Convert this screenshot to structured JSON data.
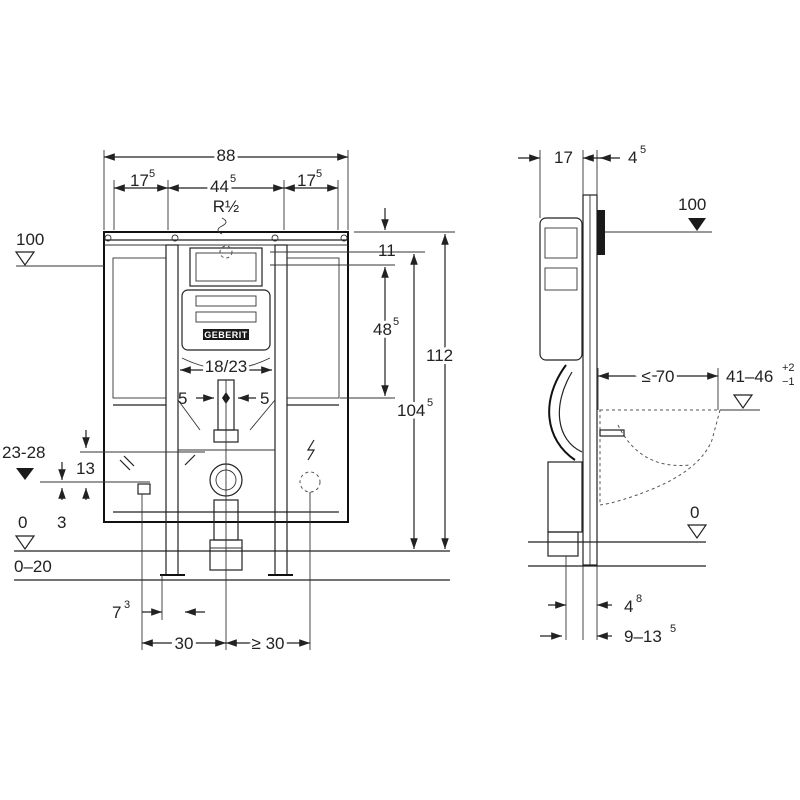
{
  "front_view": {
    "width_total": "88",
    "side_left": "17",
    "side_left_sup": "5",
    "center": "44",
    "center_sup": "5",
    "side_right": "17",
    "side_right_sup": "5",
    "thread": "R½",
    "level_100": "100",
    "dim_11": "11",
    "dim_48": "48",
    "dim_48_sup": "5",
    "dim_112": "112",
    "dim_104": "104",
    "dim_104_sup": "5",
    "dim_18_23": "18/23",
    "dim_5_left": "5",
    "dim_5_right": "5",
    "level_23_28": "23-28",
    "dim_13": "13",
    "dim_3": "3",
    "level_0": "0",
    "level_0_20": "0–20",
    "dim_7": "7",
    "dim_7_sup": "3",
    "dim_30": "30",
    "dim_ge30": "≥ 30",
    "brand": "GEBERIT"
  },
  "side_view": {
    "dim_17": "17",
    "dim_4": "4",
    "dim_4_sup": "5",
    "level_100": "100",
    "dim_le70": "≤ 70",
    "dim_41_46": "41–46",
    "dim_41_46_sup": "+2",
    "dim_41_46_sub": "−1",
    "level_0": "0",
    "dim_4b": "4",
    "dim_4b_sup": "8",
    "dim_9_13": "9–13",
    "dim_9_13_sup": "5"
  }
}
